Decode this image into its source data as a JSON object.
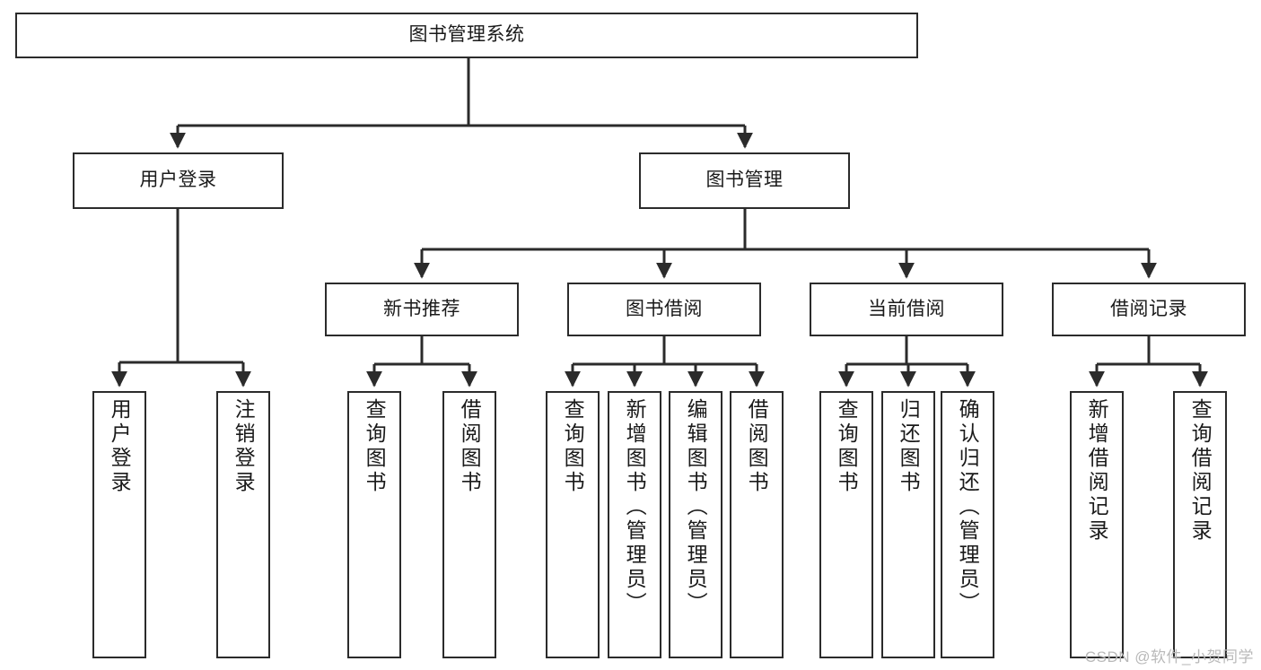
{
  "diagram": {
    "title": "图书管理系统",
    "type": "tree",
    "watermark": "CSDN @软件_小贺同学",
    "colors": {
      "box_border": "#2b2b2b",
      "box_fill": "#ffffff",
      "edge": "#2b2b2b",
      "text": "#1a1a1a",
      "watermark": "#b9b9b9"
    },
    "nodes": {
      "root": {
        "label": "图书管理系统"
      },
      "level2": [
        {
          "id": "user-login",
          "label": "用户登录"
        },
        {
          "id": "book-manage",
          "label": "图书管理"
        }
      ],
      "level3": [
        {
          "id": "new-book-recommend",
          "label": "新书推荐"
        },
        {
          "id": "book-borrow",
          "label": "图书借阅"
        },
        {
          "id": "current-borrow",
          "label": "当前借阅"
        },
        {
          "id": "borrow-record",
          "label": "借阅记录"
        }
      ],
      "leaves": {
        "user-login": [
          {
            "id": "leaf-user-login",
            "label": "用户登录"
          },
          {
            "id": "leaf-logout",
            "label": "注销登录"
          }
        ],
        "new-book-recommend": [
          {
            "id": "leaf-query-book-1",
            "label": "查询图书"
          },
          {
            "id": "leaf-borrow-book-1",
            "label": "借阅图书"
          }
        ],
        "book-borrow": [
          {
            "id": "leaf-query-book-2",
            "label": "查询图书"
          },
          {
            "id": "leaf-add-book",
            "label": "新增图书（管理员）"
          },
          {
            "id": "leaf-edit-book",
            "label": "编辑图书（管理员）"
          },
          {
            "id": "leaf-borrow-book-2",
            "label": "借阅图书"
          }
        ],
        "current-borrow": [
          {
            "id": "leaf-query-book-3",
            "label": "查询图书"
          },
          {
            "id": "leaf-return-book",
            "label": "归还图书"
          },
          {
            "id": "leaf-confirm-return",
            "label": "确认归还（管理员）"
          }
        ],
        "borrow-record": [
          {
            "id": "leaf-add-record",
            "label": "新增借阅记录"
          },
          {
            "id": "leaf-query-record",
            "label": "查询借阅记录"
          }
        ]
      }
    }
  }
}
